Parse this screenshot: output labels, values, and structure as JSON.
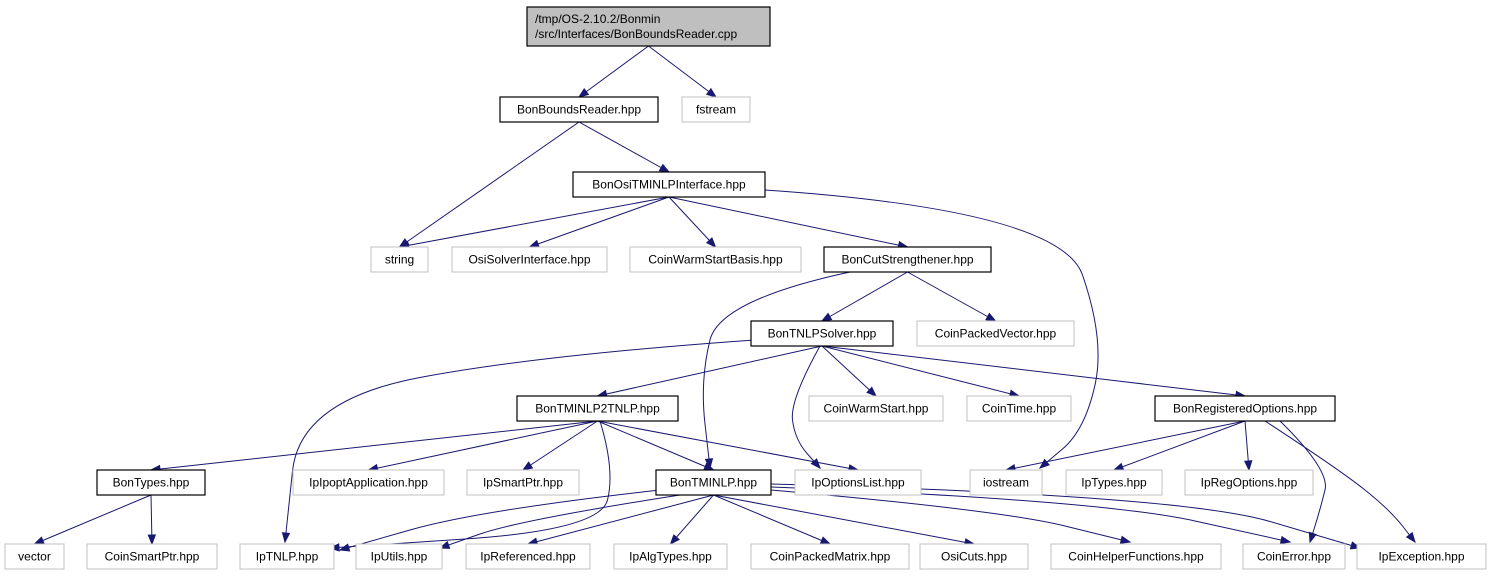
{
  "graph": {
    "root": {
      "id": "root",
      "lines": [
        "/tmp/OS-2.10.2/Bonmin",
        "/src/Interfaces/BonBoundsReader.cpp"
      ]
    },
    "nodes": [
      {
        "id": "BonBoundsReader",
        "label": "BonBoundsReader.hpp",
        "kind": "local"
      },
      {
        "id": "fstream",
        "label": "fstream",
        "kind": "system"
      },
      {
        "id": "BonOsiTMINLPInterface",
        "label": "BonOsiTMINLPInterface.hpp",
        "kind": "local"
      },
      {
        "id": "string",
        "label": "string",
        "kind": "system"
      },
      {
        "id": "OsiSolverInterface",
        "label": "OsiSolverInterface.hpp",
        "kind": "system"
      },
      {
        "id": "CoinWarmStartBasis",
        "label": "CoinWarmStartBasis.hpp",
        "kind": "system"
      },
      {
        "id": "BonCutStrengthener",
        "label": "BonCutStrengthener.hpp",
        "kind": "local"
      },
      {
        "id": "BonTNLPSolver",
        "label": "BonTNLPSolver.hpp",
        "kind": "local"
      },
      {
        "id": "CoinPackedVector",
        "label": "CoinPackedVector.hpp",
        "kind": "system"
      },
      {
        "id": "BonTMINLP2TNLP",
        "label": "BonTMINLP2TNLP.hpp",
        "kind": "local"
      },
      {
        "id": "CoinWarmStart",
        "label": "CoinWarmStart.hpp",
        "kind": "system"
      },
      {
        "id": "CoinTime",
        "label": "CoinTime.hpp",
        "kind": "system"
      },
      {
        "id": "BonRegisteredOptions",
        "label": "BonRegisteredOptions.hpp",
        "kind": "local"
      },
      {
        "id": "BonTypes",
        "label": "BonTypes.hpp",
        "kind": "local"
      },
      {
        "id": "IpIpoptApplication",
        "label": "IpIpoptApplication.hpp",
        "kind": "system"
      },
      {
        "id": "IpSmartPtr",
        "label": "IpSmartPtr.hpp",
        "kind": "system"
      },
      {
        "id": "BonTMINLP",
        "label": "BonTMINLP.hpp",
        "kind": "local"
      },
      {
        "id": "IpOptionsList",
        "label": "IpOptionsList.hpp",
        "kind": "system"
      },
      {
        "id": "iostream",
        "label": "iostream",
        "kind": "system"
      },
      {
        "id": "IpTypes",
        "label": "IpTypes.hpp",
        "kind": "system"
      },
      {
        "id": "IpRegOptions",
        "label": "IpRegOptions.hpp",
        "kind": "system"
      },
      {
        "id": "vector",
        "label": "vector",
        "kind": "system"
      },
      {
        "id": "CoinSmartPtr",
        "label": "CoinSmartPtr.hpp",
        "kind": "system"
      },
      {
        "id": "IpTNLP",
        "label": "IpTNLP.hpp",
        "kind": "system"
      },
      {
        "id": "IpUtils",
        "label": "IpUtils.hpp",
        "kind": "system"
      },
      {
        "id": "IpReferenced",
        "label": "IpReferenced.hpp",
        "kind": "system"
      },
      {
        "id": "IpAlgTypes",
        "label": "IpAlgTypes.hpp",
        "kind": "system"
      },
      {
        "id": "CoinPackedMatrix",
        "label": "CoinPackedMatrix.hpp",
        "kind": "system"
      },
      {
        "id": "OsiCuts",
        "label": "OsiCuts.hpp",
        "kind": "system"
      },
      {
        "id": "CoinHelperFunctions",
        "label": "CoinHelperFunctions.hpp",
        "kind": "system"
      },
      {
        "id": "CoinError",
        "label": "CoinError.hpp",
        "kind": "system"
      },
      {
        "id": "IpException",
        "label": "IpException.hpp",
        "kind": "system"
      }
    ],
    "edges": [
      [
        "root",
        "BonBoundsReader"
      ],
      [
        "root",
        "fstream"
      ],
      [
        "BonBoundsReader",
        "string"
      ],
      [
        "BonBoundsReader",
        "BonOsiTMINLPInterface"
      ],
      [
        "BonOsiTMINLPInterface",
        "string"
      ],
      [
        "BonOsiTMINLPInterface",
        "OsiSolverInterface"
      ],
      [
        "BonOsiTMINLPInterface",
        "CoinWarmStartBasis"
      ],
      [
        "BonOsiTMINLPInterface",
        "BonCutStrengthener"
      ],
      [
        "BonOsiTMINLPInterface",
        "iostream"
      ],
      [
        "BonCutStrengthener",
        "BonTNLPSolver"
      ],
      [
        "BonCutStrengthener",
        "CoinPackedVector"
      ],
      [
        "BonCutStrengthener",
        "BonTMINLP"
      ],
      [
        "BonTNLPSolver",
        "IpTNLP"
      ],
      [
        "BonTNLPSolver",
        "BonTMINLP2TNLP"
      ],
      [
        "BonTNLPSolver",
        "IpOptionsList"
      ],
      [
        "BonTNLPSolver",
        "CoinWarmStart"
      ],
      [
        "BonTNLPSolver",
        "CoinTime"
      ],
      [
        "BonTNLPSolver",
        "BonRegisteredOptions"
      ],
      [
        "BonTMINLP2TNLP",
        "BonTypes"
      ],
      [
        "BonTMINLP2TNLP",
        "IpIpoptApplication"
      ],
      [
        "BonTMINLP2TNLP",
        "IpSmartPtr"
      ],
      [
        "BonTMINLP2TNLP",
        "BonTMINLP"
      ],
      [
        "BonTMINLP2TNLP",
        "IpOptionsList"
      ],
      [
        "BonTMINLP2TNLP",
        "IpTNLP"
      ],
      [
        "BonRegisteredOptions",
        "iostream"
      ],
      [
        "BonRegisteredOptions",
        "IpTypes"
      ],
      [
        "BonRegisteredOptions",
        "IpRegOptions"
      ],
      [
        "BonRegisteredOptions",
        "CoinError"
      ],
      [
        "BonRegisteredOptions",
        "IpException"
      ],
      [
        "BonTypes",
        "vector"
      ],
      [
        "BonTypes",
        "CoinSmartPtr"
      ],
      [
        "BonTMINLP",
        "IpTNLP"
      ],
      [
        "BonTMINLP",
        "IpUtils"
      ],
      [
        "BonTMINLP",
        "IpReferenced"
      ],
      [
        "BonTMINLP",
        "IpAlgTypes"
      ],
      [
        "BonTMINLP",
        "CoinPackedMatrix"
      ],
      [
        "BonTMINLP",
        "OsiCuts"
      ],
      [
        "BonTMINLP",
        "CoinHelperFunctions"
      ],
      [
        "BonTMINLP",
        "CoinError"
      ],
      [
        "BonTMINLP",
        "IpException"
      ]
    ]
  }
}
